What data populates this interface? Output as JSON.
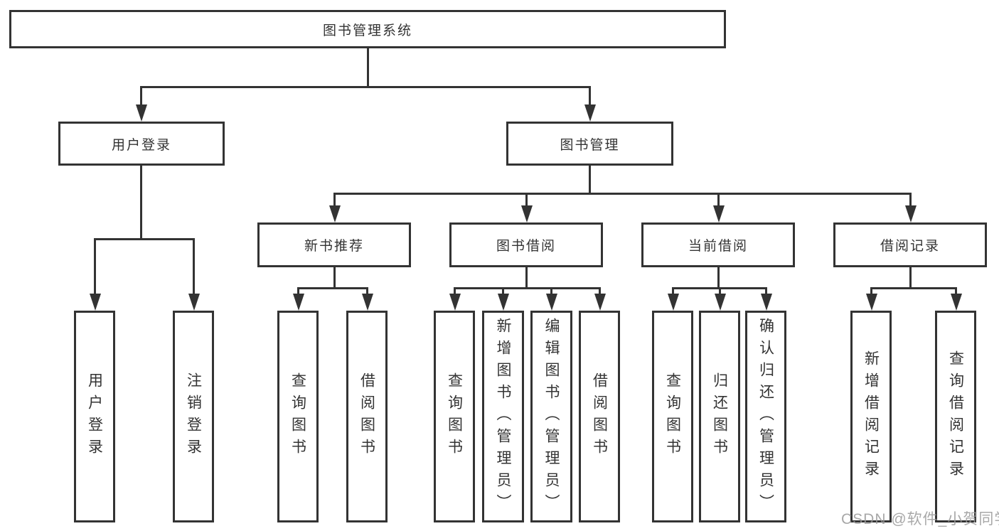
{
  "diagram": {
    "root": {
      "label": "图书管理系统"
    },
    "children": [
      {
        "label": "用户登录",
        "children": [
          {
            "label": "用户登录"
          },
          {
            "label": "注销登录"
          }
        ]
      },
      {
        "label": "图书管理",
        "children": [
          {
            "label": "新书推荐",
            "children": [
              {
                "label": "查询图书"
              },
              {
                "label": "借阅图书"
              }
            ]
          },
          {
            "label": "图书借阅",
            "children": [
              {
                "label": "查询图书"
              },
              {
                "label": "新增图书（管理员）"
              },
              {
                "label": "编辑图书（管理员）"
              },
              {
                "label": "借阅图书"
              }
            ]
          },
          {
            "label": "当前借阅",
            "children": [
              {
                "label": "查询图书"
              },
              {
                "label": "归还图书"
              },
              {
                "label": "确认归还（管理员）"
              }
            ]
          },
          {
            "label": "借阅记录",
            "children": [
              {
                "label": "新增借阅记录"
              },
              {
                "label": "查询借阅记录"
              }
            ]
          }
        ]
      }
    ]
  },
  "watermark": {
    "text": "CSDN @软件_小贺同学"
  },
  "colors": {
    "line": "#333333",
    "text": "#333333",
    "background": "#ffffff",
    "watermark": "#999999"
  }
}
